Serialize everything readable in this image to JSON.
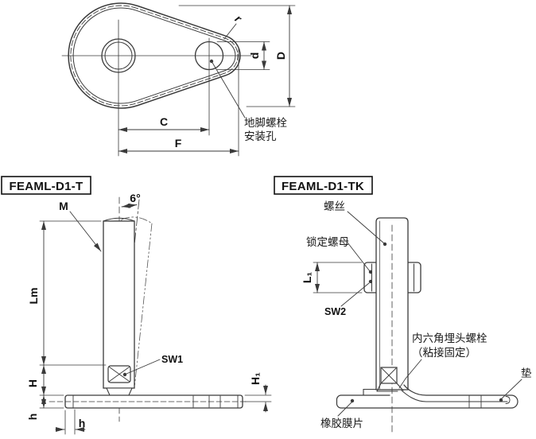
{
  "top_view": {
    "labels": {
      "r": "r",
      "d": "d",
      "D": "D",
      "C": "C",
      "F": "F"
    },
    "annotation": {
      "line1": "地脚螺栓",
      "line2": "安装孔"
    }
  },
  "left_view": {
    "title": "FEAML-D1-T",
    "labels": {
      "thread": "M",
      "angle": "6°",
      "length": "Lm",
      "wrench": "SW1",
      "height": "H",
      "h_side": "h",
      "h_bottom": "h",
      "washer_th": "H₁"
    }
  },
  "right_view": {
    "title": "FEAML-D1-TK",
    "labels": {
      "screw": "螺丝",
      "lock_nut": "锁定螺母",
      "nut_len": "L₁",
      "wrench": "SW2",
      "bolt_line1": "内六角埋头螺栓",
      "bolt_line2": "（粘接固定）",
      "washer": "垫",
      "rubber": "橡胶膜片"
    }
  },
  "colors": {
    "line": "#3a3a3a",
    "text": "#111111",
    "background": "#ffffff"
  }
}
